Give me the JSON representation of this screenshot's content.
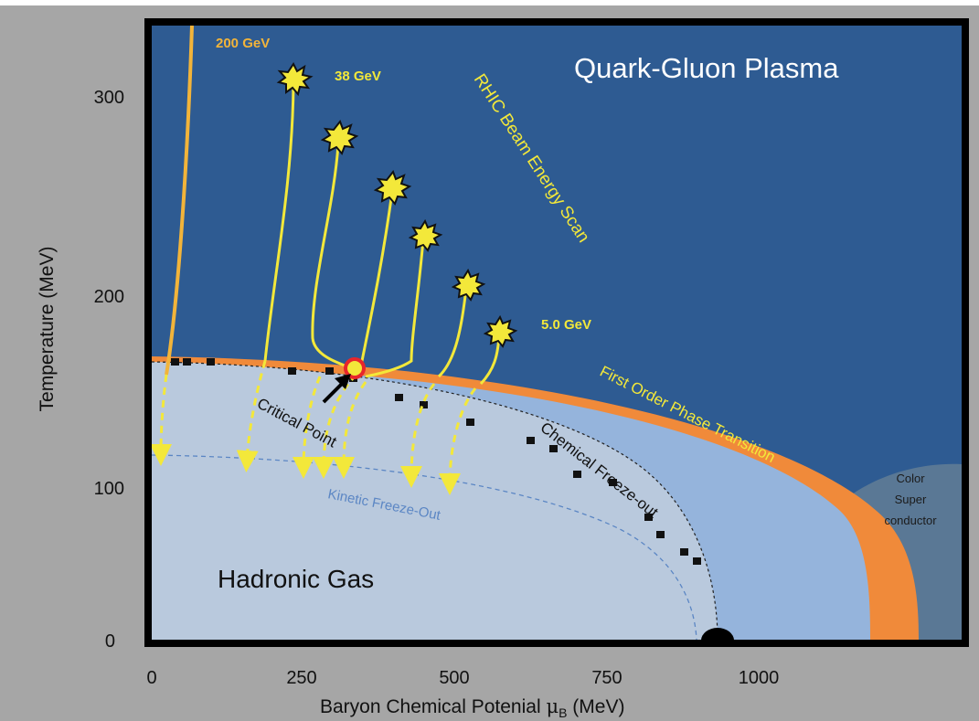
{
  "diagram": {
    "region_labels": {
      "qgp": "Quark-Gluon Plasma",
      "hadronic": "Hadronic Gas",
      "color_super": [
        "Color",
        "Super",
        "conductor"
      ]
    },
    "curve_labels": {
      "first_order": "First Order Phase Transition",
      "chemical": "Chemical Freeze-out",
      "kinetic": "Kinetic Freeze-Out",
      "critical": "Critical Point",
      "rhic": "RHIC Beam Energy Scan"
    },
    "energy_labels": {
      "e200": "200 GeV",
      "e38": "38 GeV",
      "e5": "5.0 GeV"
    },
    "axes": {
      "y_label": "Temperature (MeV)",
      "x_label_prefix": "Baryon Chemical Potenial ",
      "x_label_mu": "μ",
      "x_label_sub": "B",
      "x_label_suffix": " (MeV)",
      "y_ticks": [
        "300",
        "200",
        "100",
        "0"
      ],
      "x_ticks": [
        "0",
        "250",
        "500",
        "750",
        "1000"
      ]
    },
    "colors": {
      "outer_bg": "#a6a6a6",
      "frame": "#000000",
      "qgp_bg": "#2e5b92",
      "orange_band": "#f08a3a",
      "hadron_mid": "#95b4dc",
      "hadron_inner": "#b9c9dd",
      "color_super": "#5a7895",
      "trajectory": "#f3e83a",
      "trajectory_200": "#f2b43a",
      "critical_point": "#e8262b"
    }
  }
}
